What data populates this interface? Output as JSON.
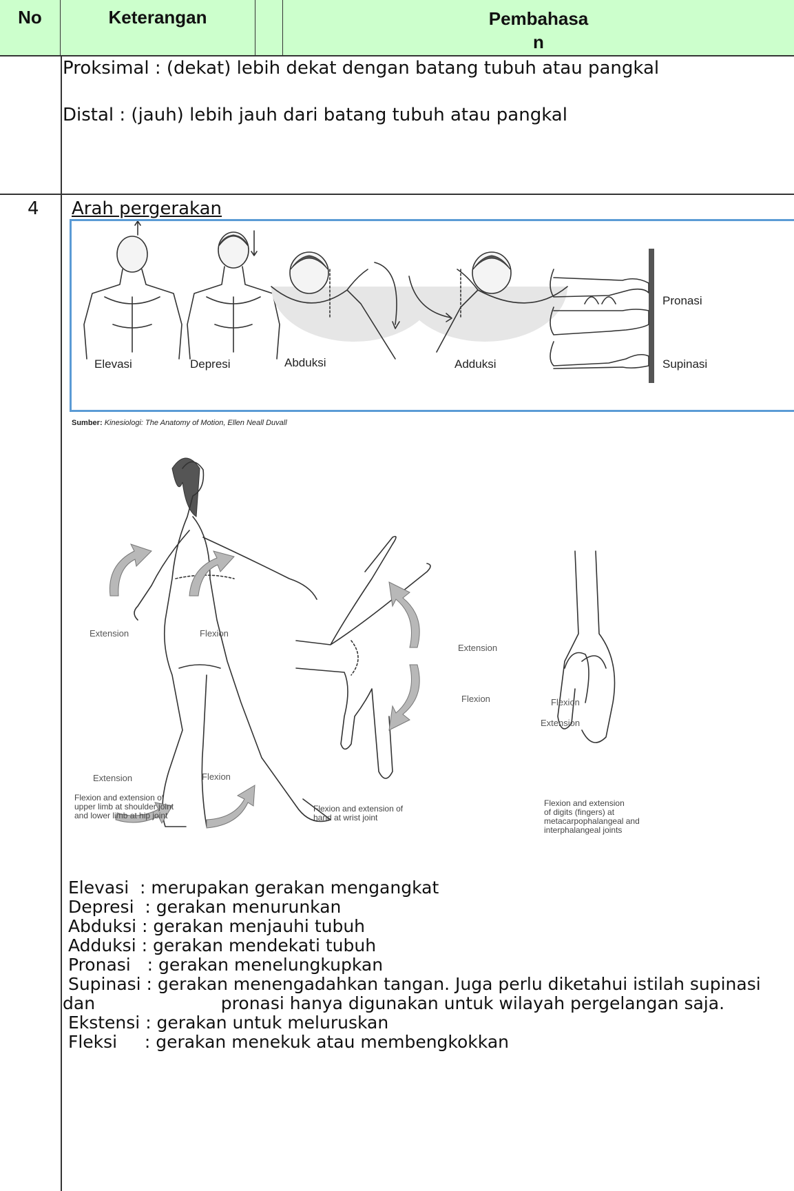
{
  "header": {
    "col_no": "No",
    "col_keterangan": "Keterangan",
    "col_pembahasan_line1": "Pembahasa",
    "col_pembahasan_line2": "n"
  },
  "row3": {
    "proksimal": "Proksimal : (dekat) lebih dekat dengan batang tubuh atau pangkal",
    "distal": "Distal : (jauh) lebih jauh dari batang tubuh atau pangkal"
  },
  "row4": {
    "number": "4",
    "title": "Arah pergerakan",
    "figure1": {
      "labels": {
        "elevasi": "Elevasi",
        "depresi": "Depresi",
        "abduksi": "Abduksi",
        "adduksi": "Adduksi",
        "pronasi": "Pronasi",
        "supinasi": "Supinasi"
      },
      "source_label": "Sumber:",
      "source_text": "Kinesiologi: The Anatomy of Motion, Ellen Neall Duvall"
    },
    "figure2": {
      "walk": {
        "extension_top": "Extension",
        "flexion_top": "Flexion",
        "extension_bottom": "Extension",
        "flexion_bottom": "Flexion",
        "caption": [
          "Flexion and extension of",
          "upper limb at shoulder joint",
          "and lower limb at hip joint"
        ]
      },
      "wrist": {
        "extension": "Extension",
        "flexion": "Flexion",
        "caption": [
          "Flexion and extension of",
          "hand at wrist joint"
        ]
      },
      "fingers": {
        "flexion": "Flexion",
        "extension": "Extension",
        "caption": [
          "Flexion and extension",
          "of digits (fingers) at",
          "metacarpophalangeal and",
          "interphalangeal joints"
        ]
      }
    },
    "definitions": [
      " Elevasi  : merupakan gerakan mengangkat",
      " Depresi  : gerakan menurunkan",
      " Abduksi : gerakan menjauhi tubuh",
      " Adduksi : gerakan mendekati tubuh",
      " Pronasi   : gerakan menelungkupkan",
      " Supinasi : gerakan menengadahkan tangan. Juga perlu diketahui istilah supinasi",
      "dan                       pronasi hanya digunakan untuk wilayah pergelangan saja.",
      " Ekstensi : gerakan untuk meluruskan",
      " Fleksi     : gerakan menekuk atau membengkokkan"
    ]
  }
}
